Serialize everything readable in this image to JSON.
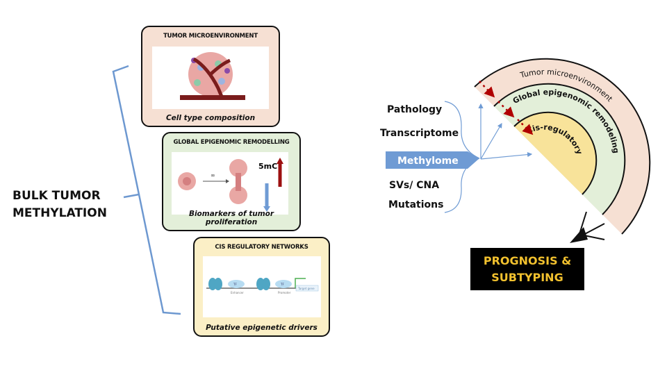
{
  "left": {
    "title_line1": "BULK TUMOR",
    "title_line2": "METHYLATION",
    "boxes": [
      {
        "heading": "TUMOR MICROENVIRONMENT",
        "caption": "Cell type composition",
        "color": "#f6e0d3"
      },
      {
        "heading": "GLOBAL EPIGENOMIC REMODELLING",
        "caption": "Biomarkers of tumor proliferation",
        "color": "#e3efd9",
        "mark": "5mC"
      },
      {
        "heading": "CIS REGULATORY NETWORKS",
        "caption": "Putative epigenetic drivers",
        "color": "#fbefc6",
        "labels": {
          "tf": "TF",
          "enhancer": "Enhancer",
          "promoter": "Promoter",
          "target": "Target gene"
        }
      }
    ],
    "brace_color": "#6d98d0"
  },
  "right": {
    "inputs": [
      "Pathology",
      "Transcriptome",
      "SVs/ CNA",
      "Mutations"
    ],
    "methylome": "Methylome",
    "layers": [
      {
        "label": "Tumor microenvironment",
        "color": "#f6e0d3"
      },
      {
        "label": "Global epigenomic remodeling",
        "color": "#e3efd9"
      },
      {
        "label": "Cis-regulatory",
        "color": "#f8e39a"
      }
    ],
    "outcome_line1": "PROGNOSIS &",
    "outcome_line2": "SUBTYPING",
    "outcome_color": "#f2c12e",
    "accent_blue": "#6f9bd4",
    "accent_red": "#b00000"
  }
}
